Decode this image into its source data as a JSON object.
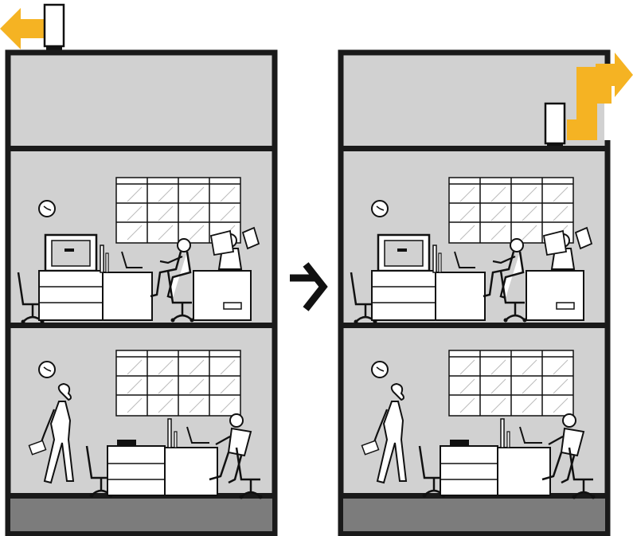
{
  "diagram": {
    "panels": [
      {
        "id": "before",
        "roof_unit": "outdoor-unit-on-roof",
        "airflow_direction": "left",
        "floors": [
          "roof-floor",
          "office-upper",
          "office-lower",
          "basement"
        ]
      },
      {
        "id": "after",
        "roof_unit": "unit-inside-top-floor",
        "airflow_direction": "right",
        "floors": [
          "top-floor-machine-room",
          "office-upper",
          "office-lower",
          "basement"
        ]
      }
    ],
    "transition_icon": "arrow-right-icon",
    "colors": {
      "wall": "#1a1a1a",
      "room_fill": "#d1d1d1",
      "basement_fill": "#7c7c7c",
      "airflow_arrow": "#f5b323",
      "line_art": "#111111"
    }
  }
}
